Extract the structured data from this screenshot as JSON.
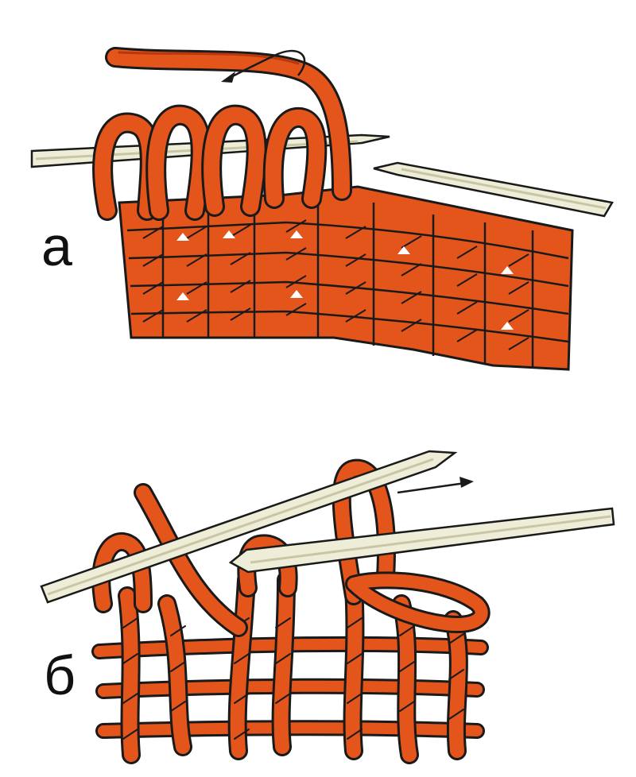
{
  "figure": {
    "panels": [
      {
        "id": "a",
        "label": "а"
      },
      {
        "id": "b",
        "label": "б"
      }
    ]
  },
  "colors": {
    "yarn": "#e4551c",
    "yarn_dark": "#b8380d",
    "outline": "#1a1a1a",
    "needle": "#eeedd8",
    "needle_shade": "#c9c6a6",
    "background": "#ffffff"
  },
  "icons": [
    "arrow-icon"
  ]
}
